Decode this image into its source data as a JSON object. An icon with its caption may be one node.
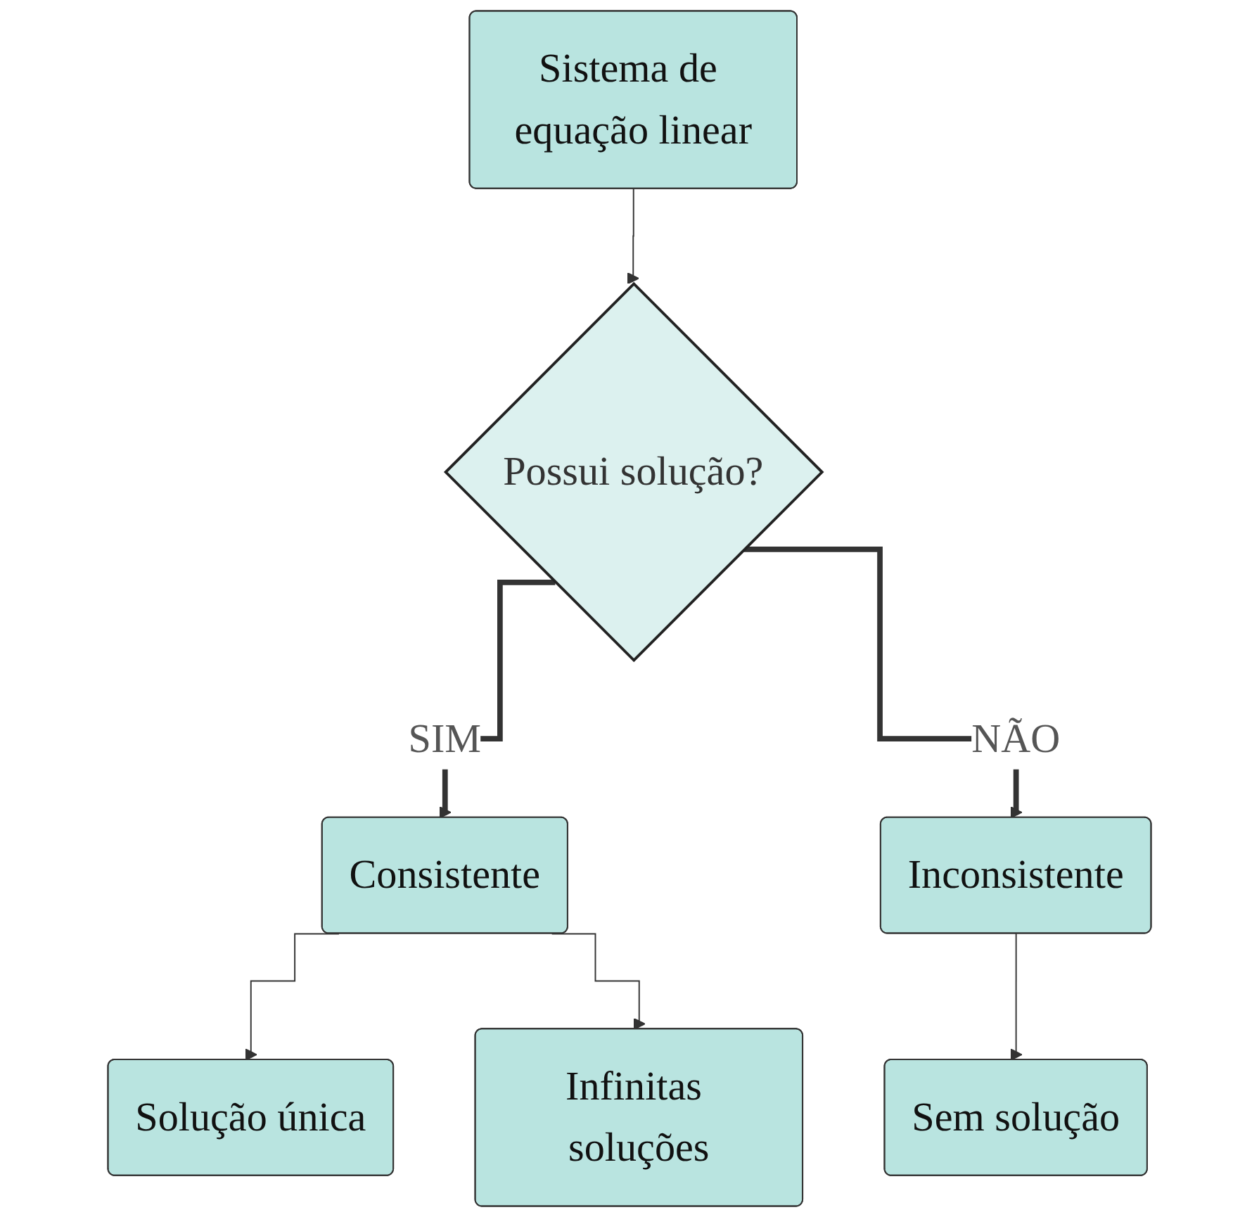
{
  "diagram": {
    "nodes": [
      {
        "text": [
          "Sistema de equação linear"
        ]
      },
      {
        "text": [
          "Possui solução?"
        ]
      },
      {
        "text": [
          "Consistente"
        ]
      },
      {
        "text": [
          "Inconsistente"
        ]
      },
      {
        "text": [
          "Solução única"
        ]
      },
      {
        "text": [
          "Infinitas soluções"
        ]
      },
      {
        "text": [
          "Sem solução"
        ]
      }
    ],
    "edges": [
      {
        "from": 0,
        "to": 1,
        "arrow": "to"
      },
      {
        "from": 1,
        "to": 2,
        "arrow": "to",
        "label": "SIM",
        "style": "thick"
      },
      {
        "from": 1,
        "to": 3,
        "arrow": "to",
        "label": "NÃO",
        "style": "thick"
      },
      {
        "from": 2,
        "to": 4,
        "arrow": "to"
      },
      {
        "from": 2,
        "to": 5,
        "arrow": "to"
      },
      {
        "from": 3,
        "to": 6,
        "arrow": "to"
      }
    ]
  }
}
